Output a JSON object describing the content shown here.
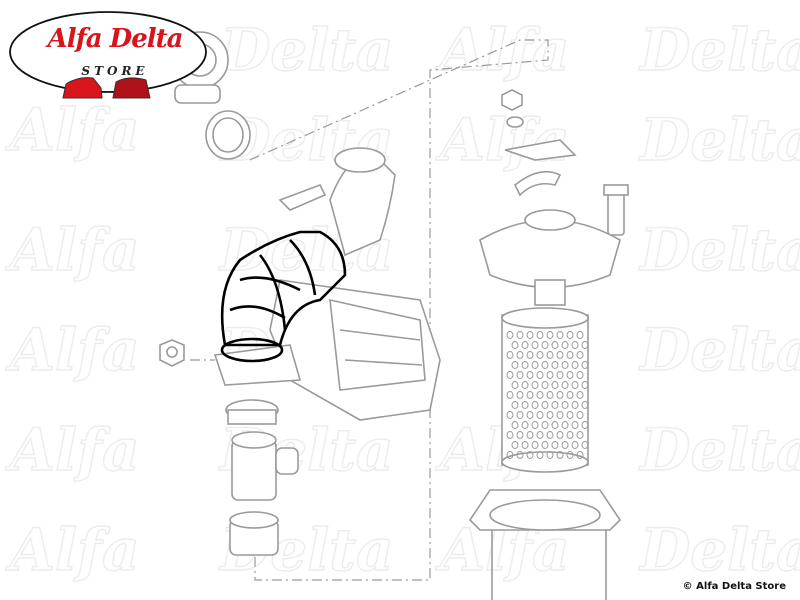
{
  "logo": {
    "title": "Alfa Delta",
    "subtitle": "STORE"
  },
  "watermark": "Alfa Delta",
  "copyright": "© Alfa Delta Store",
  "colors": {
    "brand_red": "#d8141c",
    "line_gray": "#9a9a9a",
    "highlight": "#000000"
  }
}
